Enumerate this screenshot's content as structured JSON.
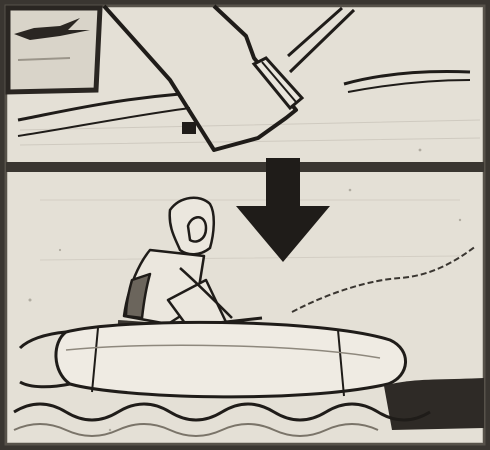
{
  "illustration": {
    "panels": [
      "top-panel",
      "bottom-panel"
    ],
    "inset": "aircraft-inset",
    "arrow": "down-arrow-icon"
  },
  "colors": {
    "paper": "#e6e2d8",
    "frame": "#3a3631",
    "ink": "#1f1c19",
    "water_dark": "#2e2a26"
  }
}
